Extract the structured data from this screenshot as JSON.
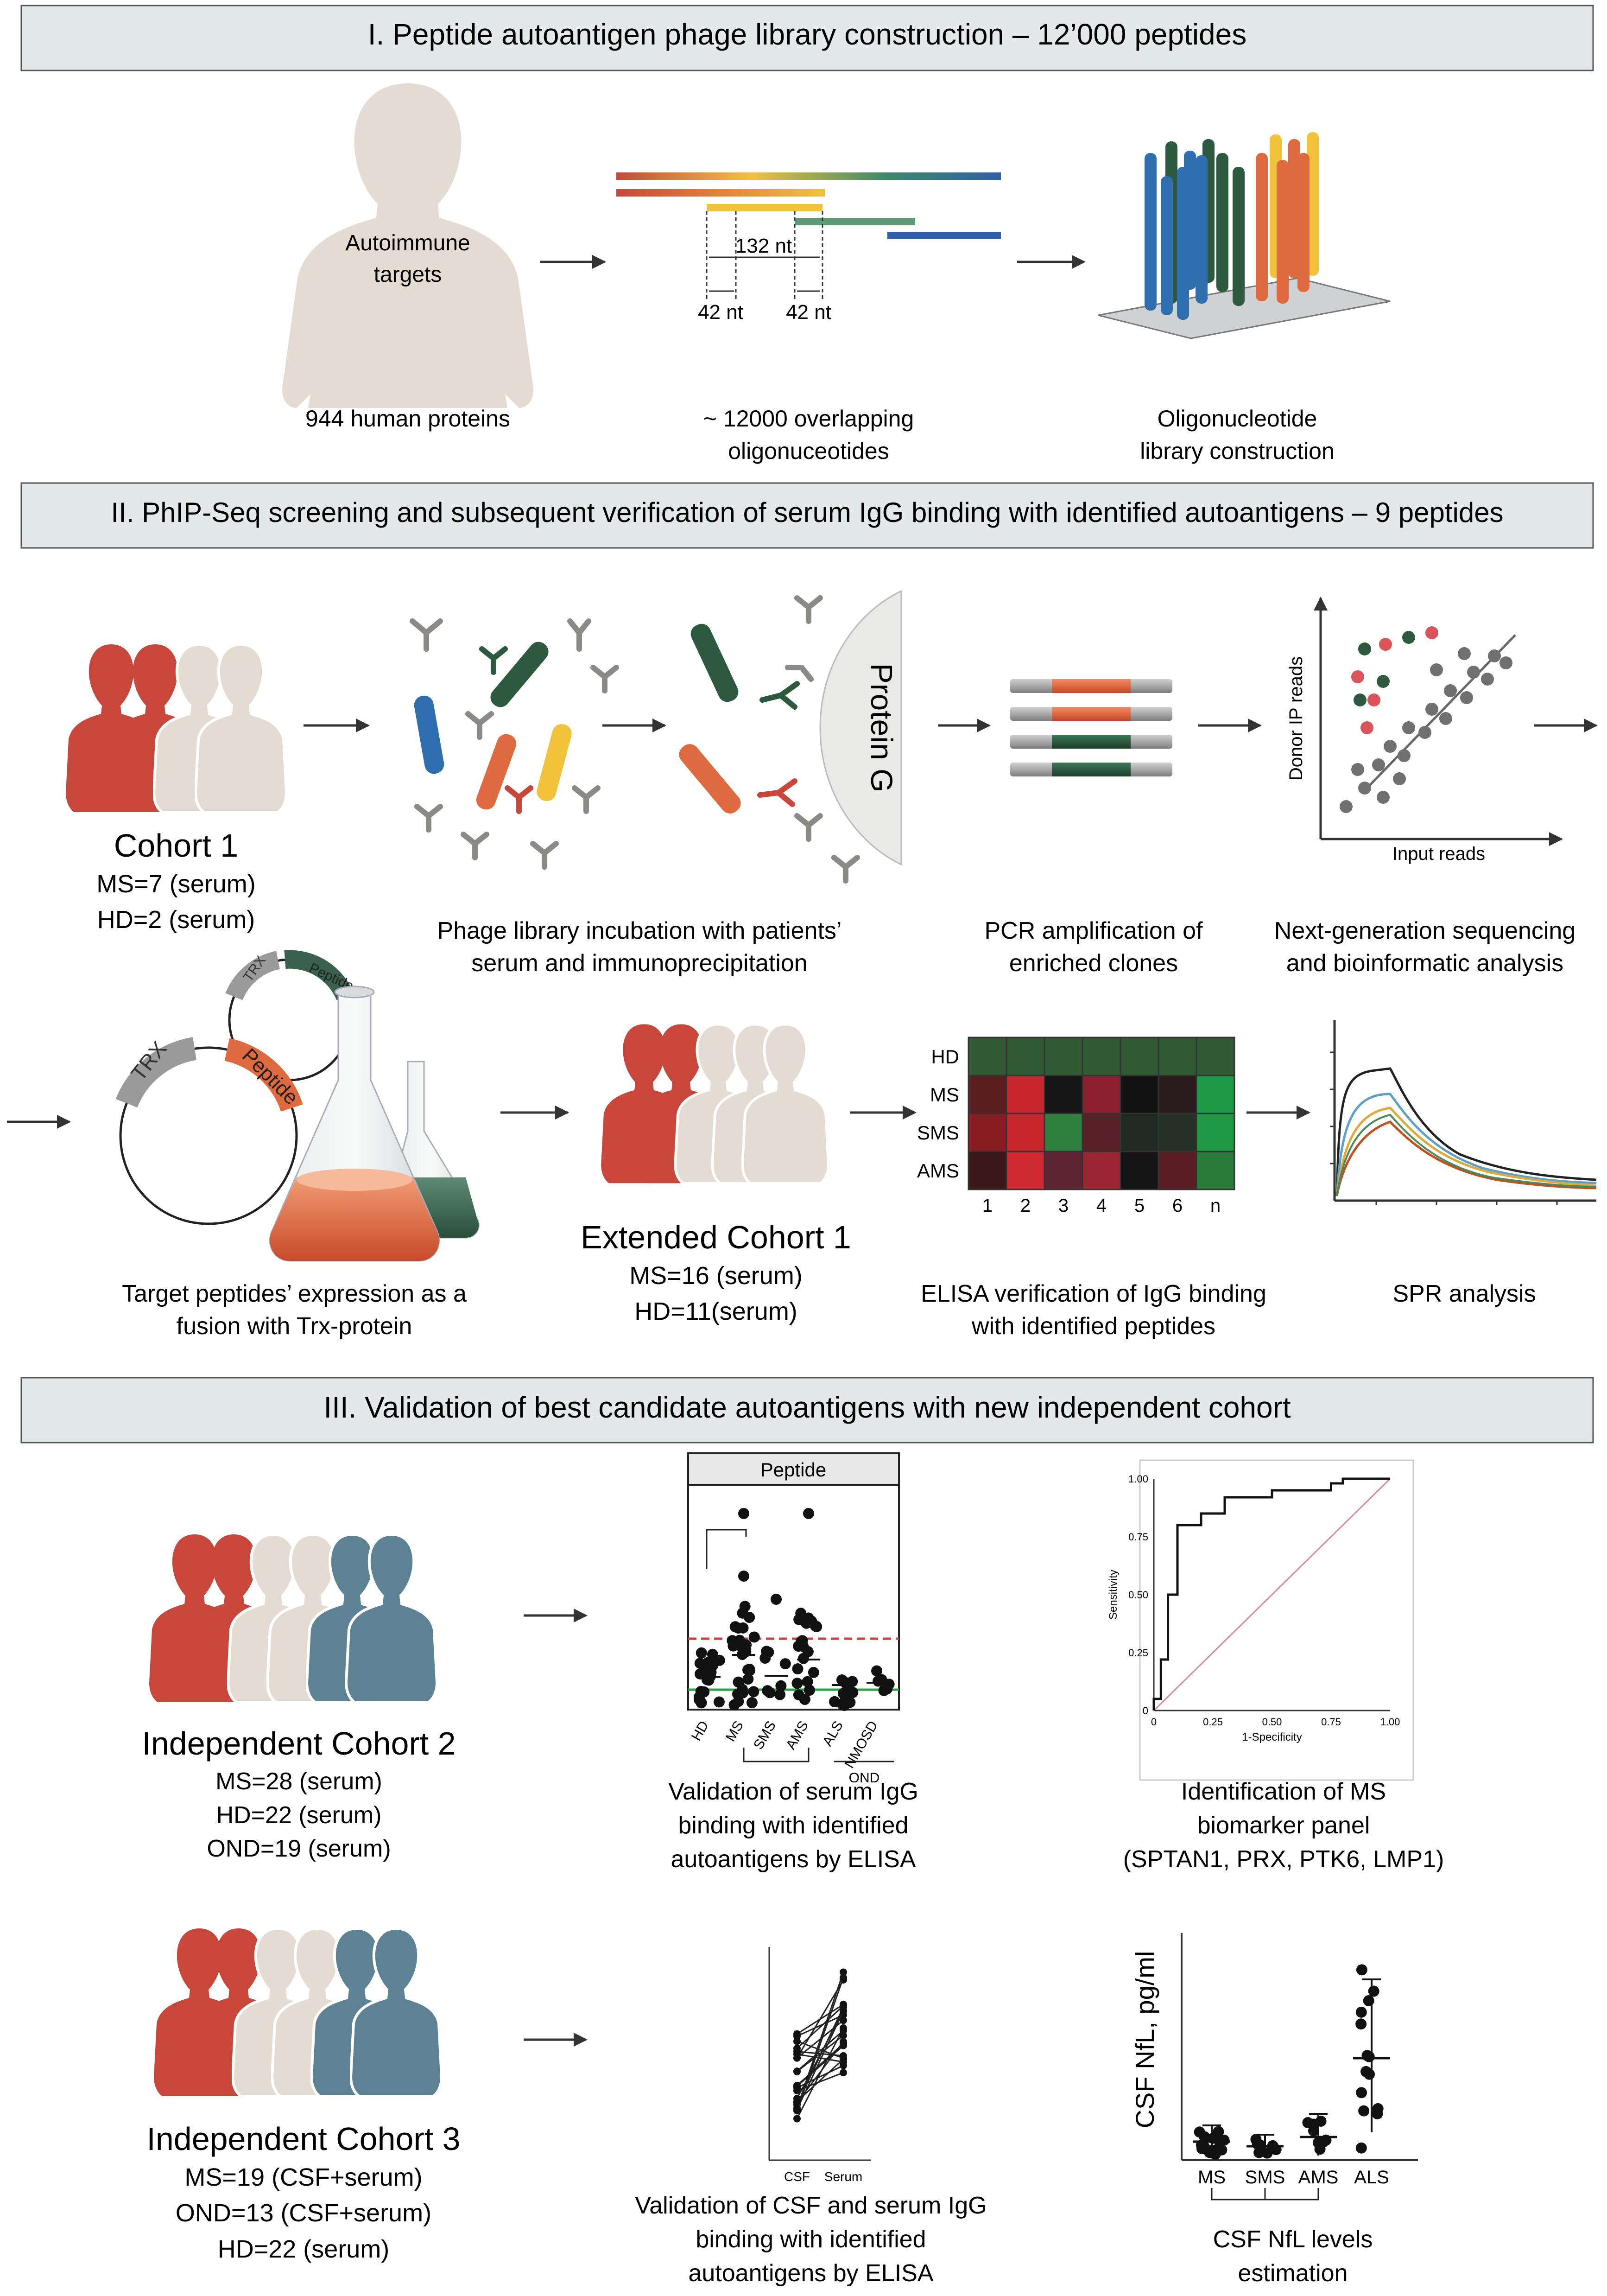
{
  "sections": {
    "s1": {
      "title": "I. Peptide autoantigen phage library construction – 12’000 peptides"
    },
    "s2": {
      "title": "II. PhIP-Seq screening and subsequent verification of serum IgG binding with identified autoantigens – 9 peptides"
    },
    "s3": {
      "title": "III. Validation of best candidate autoantigens with new independent cohort"
    }
  },
  "s1": {
    "body_label_1": "Autoimmune",
    "body_label_2": "targets",
    "caption_proteins": "944 human proteins",
    "nt_132": "132 nt",
    "nt_42a": "42 nt",
    "nt_42b": "42 nt",
    "caption_oligos_1": "~ 12000 overlapping",
    "caption_oligos_2": "oligonuceotides",
    "caption_library_1": "Oligonucleotide",
    "caption_library_2": "library construction"
  },
  "s2": {
    "cohort1_title": "Cohort 1",
    "cohort1_ms": "MS=7 (serum)",
    "cohort1_hd": "HD=2 (serum)",
    "protein_g": "Protein G",
    "caption_phage_1": "Phage library incubation with patients’",
    "caption_phage_2": "serum and immunoprecipitation",
    "caption_pcr_1": "PCR amplification of",
    "caption_pcr_2": "enriched clones",
    "scatter_ylabel": "Donor IP reads",
    "scatter_xlabel": "Input reads",
    "caption_ngs_1": "Next-generation sequencing",
    "caption_ngs_2": "and bioinformatic analysis",
    "plasmid_trx_small": "TRX",
    "plasmid_peptide_small": "Peptide",
    "plasmid_trx": "TRX",
    "plasmid_peptide": "Peptide",
    "caption_expr_1": "Target peptides’ expression as a",
    "caption_expr_2": "fusion with Trx-protein",
    "ext_title": "Extended Cohort 1",
    "ext_ms": "MS=16 (serum)",
    "ext_hd": "HD=11(serum)",
    "caption_elisa_1": "ELISA verification of IgG binding",
    "caption_elisa_2": "with identified peptides",
    "caption_spr": "SPR analysis"
  },
  "heatmap": {
    "rows": [
      "HD",
      "MS",
      "SMS",
      "AMS"
    ],
    "cols": [
      "1",
      "2",
      "3",
      "4",
      "5",
      "6",
      "n"
    ],
    "colors": [
      [
        "#2f5a34",
        "#2f5a34",
        "#2f5a34",
        "#2f5a34",
        "#2f5a34",
        "#2f5a34",
        "#2f5a34"
      ],
      [
        "#5a2020",
        "#c9262e",
        "#161616",
        "#8a2030",
        "#121212",
        "#2a1c1c",
        "#1e9a46"
      ],
      [
        "#8a1c24",
        "#c9262e",
        "#2f7f3f",
        "#5a2028",
        "#1e2a22",
        "#253027",
        "#1e9a46"
      ],
      [
        "#3a1818",
        "#cf2a30",
        "#5e2430",
        "#9a2632",
        "#141414",
        "#5a1e24",
        "#2a7a3a"
      ]
    ]
  },
  "s3": {
    "cohort2_title": "Independent Cohort 2",
    "cohort2_ms": "MS=28 (serum)",
    "cohort2_hd": "HD=22 (serum)",
    "cohort2_ond": "OND=19 (serum)",
    "peptide_header": "Peptide",
    "dot_categories": [
      "HD",
      "MS",
      "SMS",
      "AMS",
      "ALS",
      "NMOSD"
    ],
    "ond_label": "OND",
    "caption_val_1": "Validation of serum IgG",
    "caption_val_2": "binding with identified",
    "caption_val_3": "autoantigens by ELISA",
    "roc_ylabel": "Sensitivity",
    "roc_xlabel": "1-Specificity",
    "roc_ticks": [
      "0",
      "0.25",
      "0.50",
      "0.75",
      "1.00"
    ],
    "roc_yticks": [
      "0",
      "0.25",
      "0.50",
      "0.75",
      "1.00"
    ],
    "caption_roc_1": "Identification of MS",
    "caption_roc_2": "biomarker panel",
    "caption_roc_3": "(SPTAN1, PRX, PTK6, LMP1)",
    "cohort3_title": "Independent Cohort 3",
    "cohort3_ms": "MS=19 (CSF+serum)",
    "cohort3_ond": "OND=13 (CSF+serum)",
    "cohort3_hd": "HD=22 (serum)",
    "paired_xlabels": [
      "CSF",
      "Serum"
    ],
    "caption_paired_1": "Validation of CSF and serum IgG",
    "caption_paired_2": "binding with identified",
    "caption_paired_3": "autoantigens by ELISA",
    "nfl_ylabel": "CSF NfL, pg/ml",
    "nfl_categories": [
      "MS",
      "SMS",
      "AMS",
      "ALS"
    ],
    "caption_nfl_1": "CSF NfL levels",
    "caption_nfl_2": "estimation"
  },
  "colors": {
    "band_fill": "#e3e8e9",
    "red": "#c9473a",
    "beige": "#e4dcd2",
    "blue_gray": "#5d8293",
    "green_dark": "#2d5a3f",
    "orange": "#e06a40",
    "yellow": "#f2c23a",
    "blue": "#2f6fb0"
  }
}
